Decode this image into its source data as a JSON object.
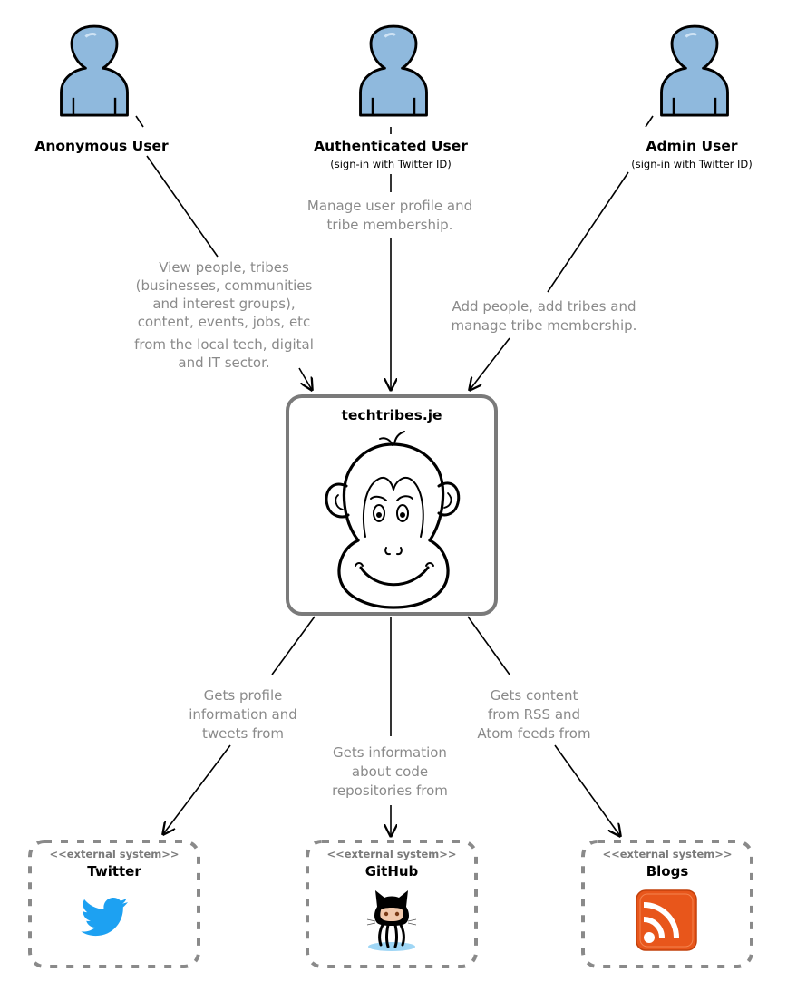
{
  "actors": [
    {
      "name": "Anonymous User",
      "subtitle": ""
    },
    {
      "name": "Authenticated User",
      "subtitle": "(sign-in with Twitter ID)"
    },
    {
      "name": "Admin User",
      "subtitle": "(sign-in with Twitter ID)"
    }
  ],
  "system": {
    "title": "techtribes.je"
  },
  "relationships": {
    "anonymous": [
      "View people, tribes",
      "(businesses, communities",
      "and interest groups),",
      "content, events, jobs, etc",
      "from the local tech, digital",
      "and IT sector."
    ],
    "authenticated": [
      "Manage user profile and",
      "tribe membership."
    ],
    "admin": [
      "Add people, add tribes and",
      "manage tribe membership."
    ],
    "twitter": [
      "Gets profile",
      "information and",
      "tweets from"
    ],
    "github": [
      "Gets information",
      "about code",
      "repositories from"
    ],
    "blogs": [
      "Gets content",
      "from RSS and",
      "Atom feeds from"
    ]
  },
  "external_systems": [
    {
      "stereotype": "<<external system>>",
      "name": "Twitter",
      "icon": "twitter-bird-icon",
      "color": "#1da1f2"
    },
    {
      "stereotype": "<<external system>>",
      "name": "GitHub",
      "icon": "github-octocat-icon",
      "color": "#000000"
    },
    {
      "stereotype": "<<external system>>",
      "name": "Blogs",
      "icon": "rss-feed-icon",
      "color": "#e8561b"
    }
  ],
  "colors": {
    "actor_fill": "#8fb9dd",
    "actor_stroke": "#000000",
    "label_text": "#8a8a8a",
    "system_border": "#7a7a7a",
    "external_border": "#8a8a8a"
  }
}
